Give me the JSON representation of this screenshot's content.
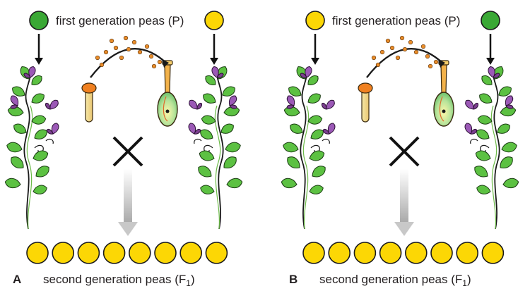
{
  "colors": {
    "green": "#3aa835",
    "yellow": "#fcd705",
    "pea_outline": "#1a1a1a",
    "leaf": "#5cc142",
    "flower": "#9b59b6",
    "anther": "#f08020",
    "pollen": "#e98d2a",
    "arrow_grey": "#c8c8c8"
  },
  "icons": [
    "pea-icon",
    "pea-plant-icon",
    "stamen-icon",
    "pistil-icon",
    "pollen-grain-icon",
    "cross-icon",
    "down-arrow-icon"
  ],
  "panels": [
    {
      "letter": "A",
      "top_label": "first generation peas (P)",
      "bottom_label_main": "second generation peas (F",
      "bottom_label_sub": "1",
      "bottom_label_close": ")",
      "left_parent": "green",
      "right_parent": "yellow",
      "offspring_color": "yellow",
      "offspring_count": 8
    },
    {
      "letter": "B",
      "top_label": "first generation peas (P)",
      "bottom_label_main": "second generation peas (F",
      "bottom_label_sub": "1",
      "bottom_label_close": ")",
      "left_parent": "yellow",
      "right_parent": "green",
      "offspring_color": "yellow",
      "offspring_count": 8
    }
  ]
}
